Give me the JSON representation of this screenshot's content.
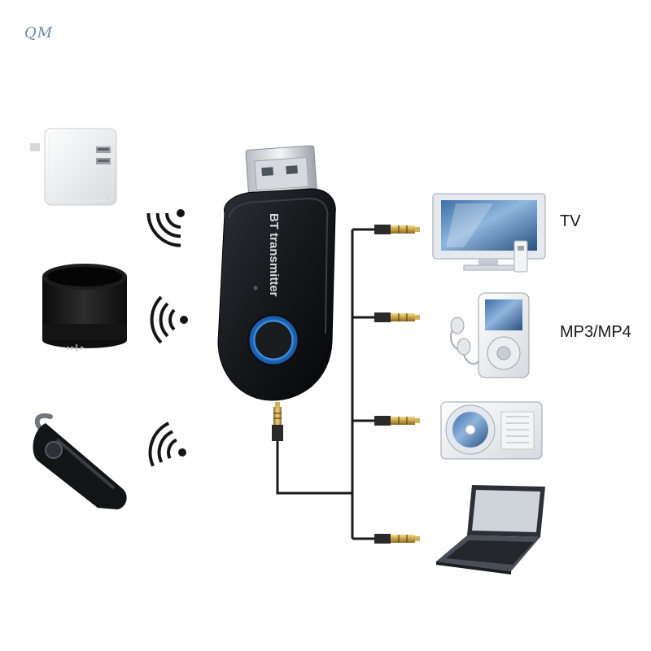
{
  "watermark": "QM",
  "dongle": {
    "brand_text": "BT transmitter"
  },
  "devices": {
    "tv_label": "TV",
    "mp3_label": "MP3/MP4"
  },
  "colors": {
    "dongle_body": "#15171b",
    "ring_glow": "#2f8fe6",
    "plug_gold": "#c9a24a",
    "cable": "#1a1a1a",
    "signal": "#151515"
  },
  "icons": {
    "left": [
      "wall-charger-icon",
      "speaker-icon",
      "bluetooth-headset-icon"
    ],
    "right": [
      "tv-icon",
      "mp3-player-icon",
      "cd-player-icon",
      "laptop-icon"
    ]
  }
}
